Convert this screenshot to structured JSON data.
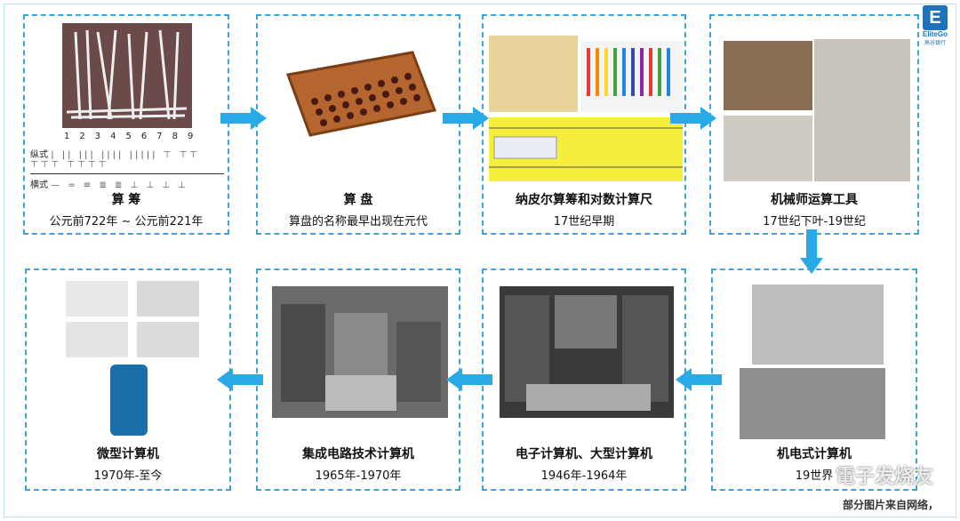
{
  "logo": {
    "mark": "E",
    "name": "EliteGo",
    "sub": "高谷银行"
  },
  "cards": [
    {
      "title": "算 筹",
      "subtitle": "公元前722年 ~ 公元前221年"
    },
    {
      "title": "算 盘",
      "subtitle": "算盘的名称最早出现在元代"
    },
    {
      "title": "纳皮尔算筹和对数计算尺",
      "subtitle": "17世纪早期"
    },
    {
      "title": "机械师运算工具",
      "subtitle": "17世纪下叶-19世纪"
    },
    {
      "title": "机电式计算机",
      "subtitle": "19世界"
    },
    {
      "title": "电子计算机、大型计算机",
      "subtitle": "1946年-1964年"
    },
    {
      "title": "集成电路技术计算机",
      "subtitle": "1965年-1970年"
    },
    {
      "title": "微型计算机",
      "subtitle": "1970年-至今"
    }
  ],
  "rod_table": {
    "digits": [
      "1",
      "2",
      "3",
      "4",
      "5",
      "6",
      "7",
      "8",
      "9"
    ],
    "row1_label": "纵式",
    "row2_label": "横式"
  },
  "footer": "部分图片来自网络，",
  "watermark": "電子发烧友",
  "colors": {
    "dashed_border": "#3aa6d8",
    "arrow": "#29a9e6",
    "logo": "#1e73b8"
  }
}
